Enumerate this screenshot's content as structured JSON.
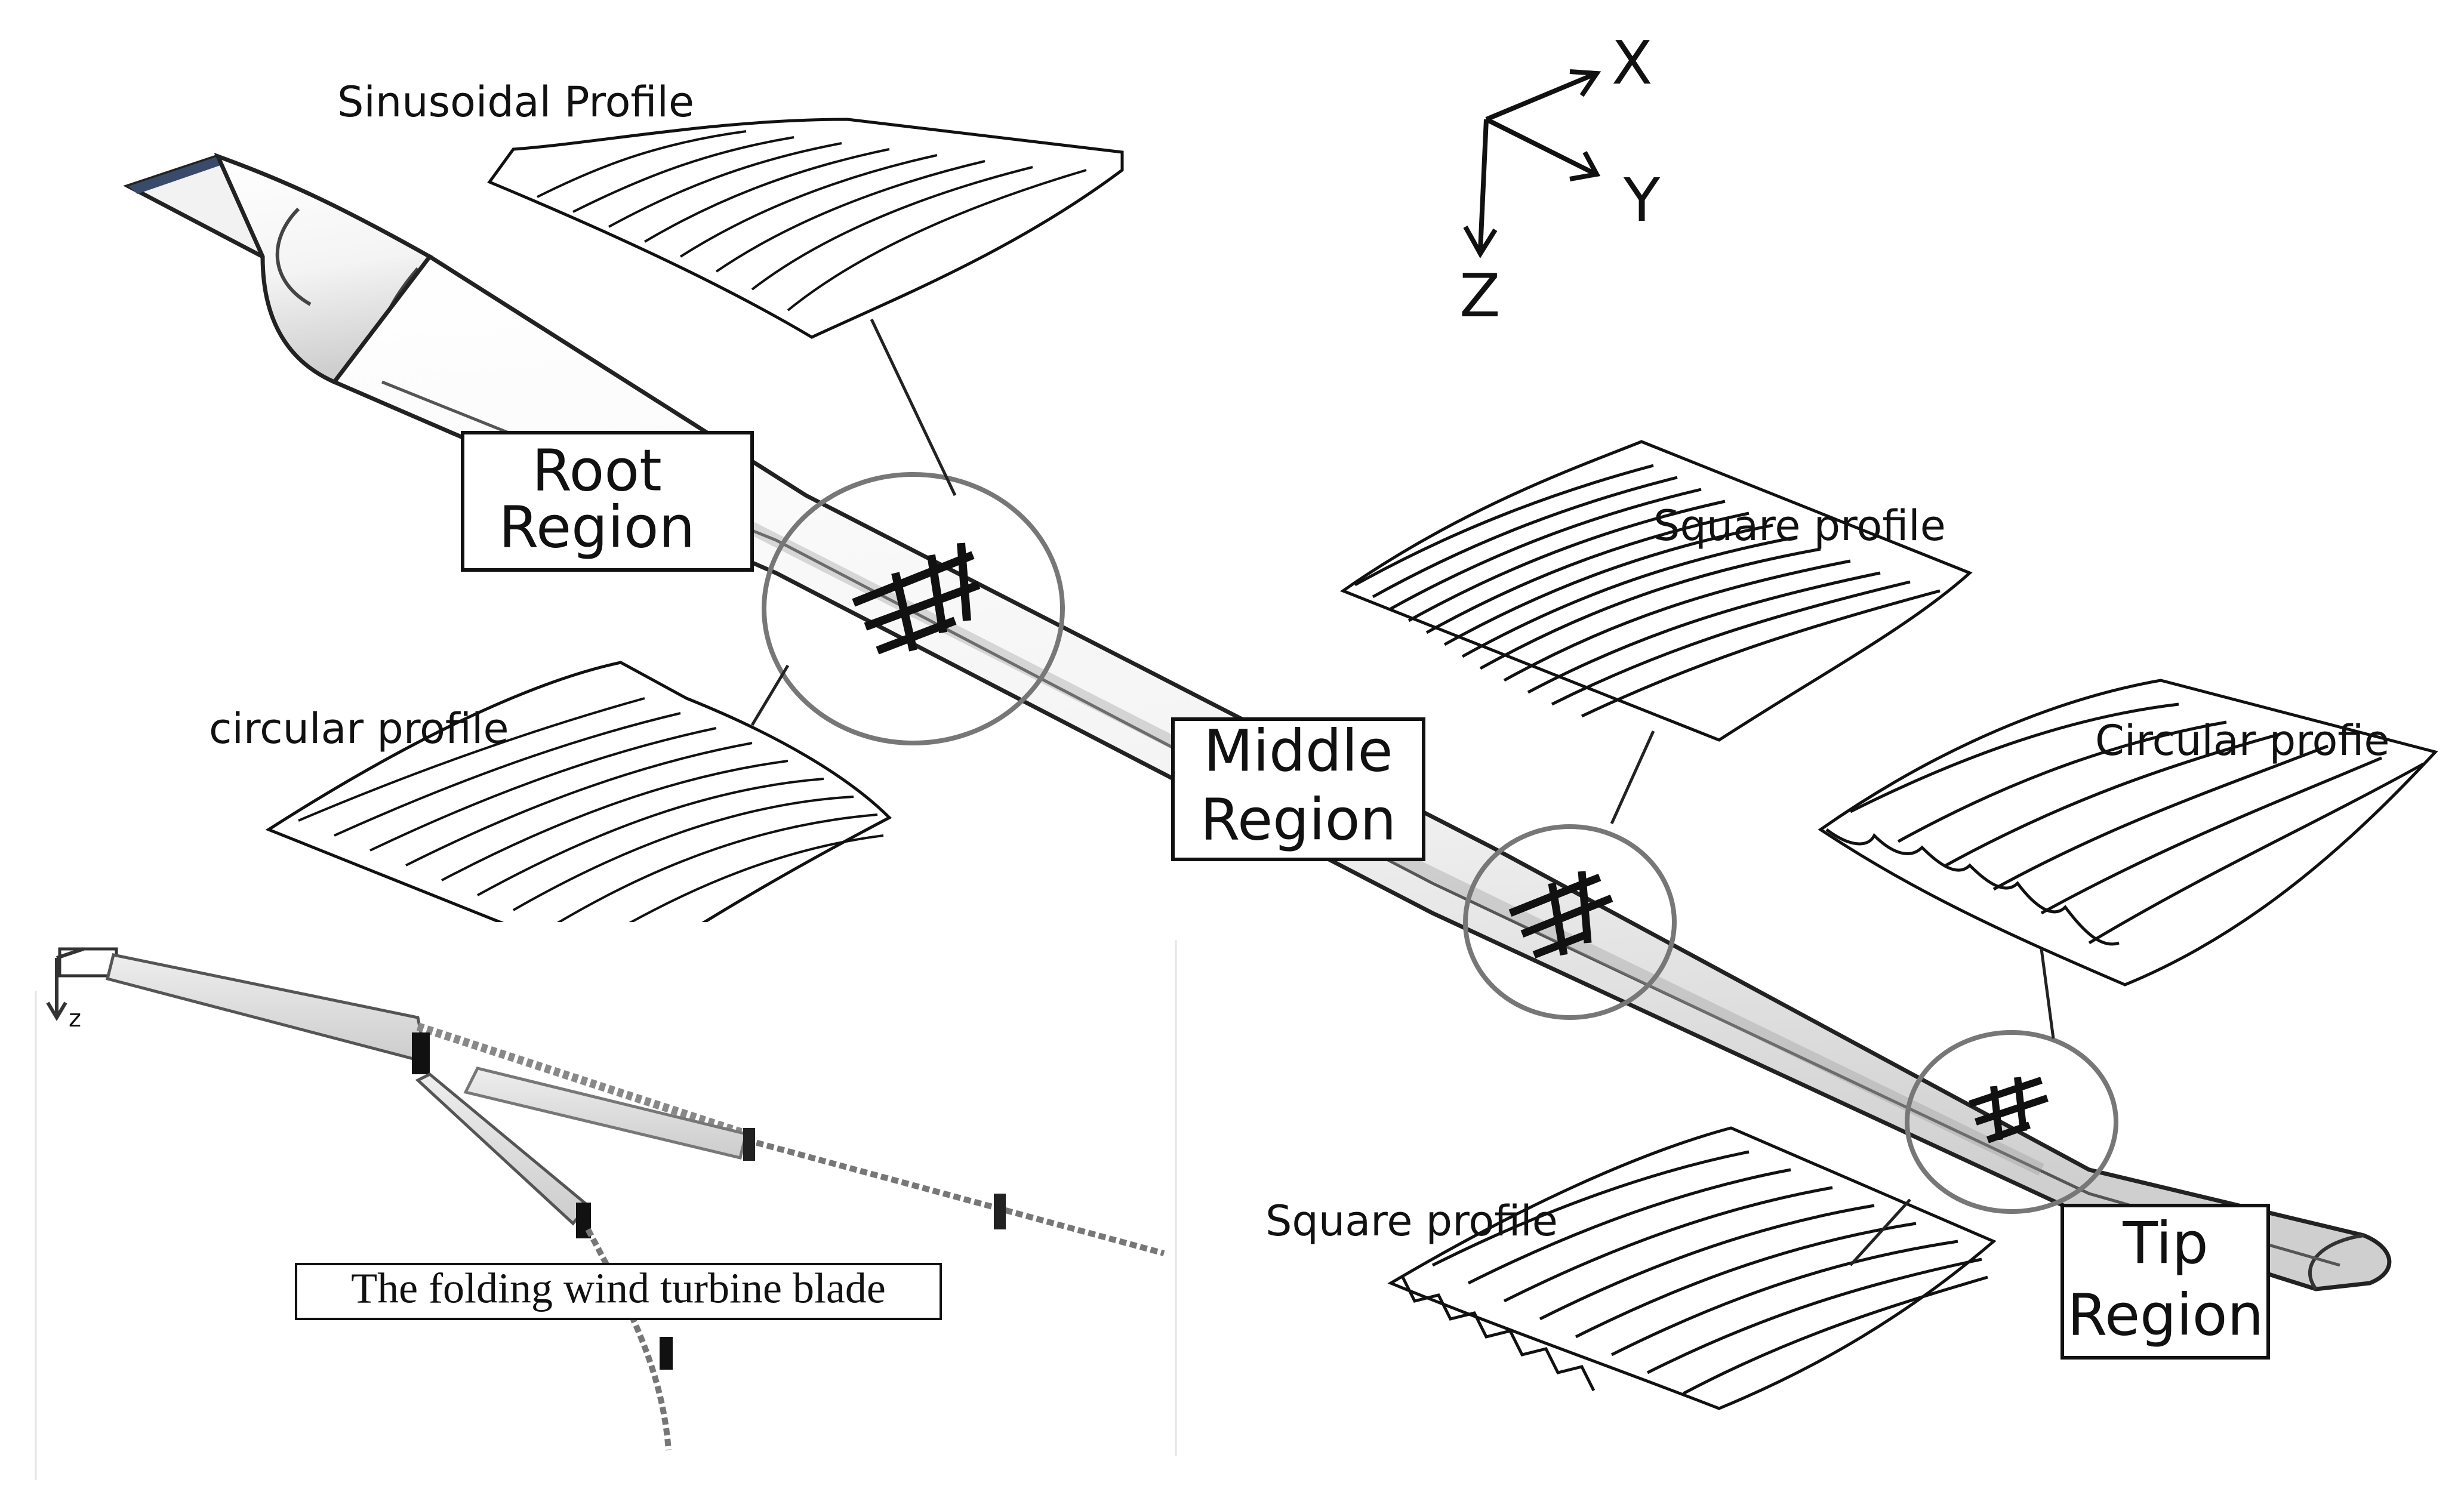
{
  "figure": {
    "axes": {
      "x": "X",
      "y": "Y",
      "z": "Z"
    },
    "regions": [
      {
        "id": "root",
        "line1": "Root",
        "line2": "Region"
      },
      {
        "id": "middle",
        "line1": "Middle",
        "line2": "Region"
      },
      {
        "id": "tip",
        "line1": "Tip",
        "line2": "Region"
      }
    ],
    "profiles": [
      {
        "id": "sinusoidal",
        "label": "Sinusoidal Profile"
      },
      {
        "id": "circular-root",
        "label": "circular profile"
      },
      {
        "id": "square-middle",
        "label": "Square profile"
      },
      {
        "id": "circular-tip",
        "label": "Circular profie"
      },
      {
        "id": "square-tip",
        "label": "Square profile"
      }
    ],
    "inset": {
      "caption": "The folding wind turbine blade",
      "axis_label": "z"
    }
  }
}
